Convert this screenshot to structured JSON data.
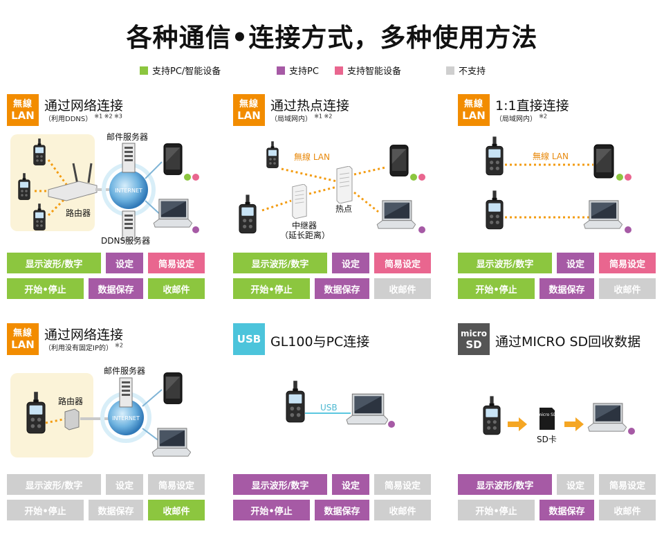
{
  "title": "各种通信•连接方式，多种使用方法",
  "colors": {
    "green": "#8cc63f",
    "purple": "#a65aa5",
    "pink": "#e9668f",
    "gray": "#cfcfcf",
    "lan_badge": "#f28c00",
    "usb_badge": "#4cc4db",
    "sd_badge": "#555555",
    "dotted": "#f39c12"
  },
  "legend": [
    {
      "label": "支持PC/智能设备",
      "color": "green"
    },
    {
      "label": "支持PC",
      "color": "purple"
    },
    {
      "label": "支持智能设备",
      "color": "pink"
    },
    {
      "label": "不支持",
      "color": "gray"
    }
  ],
  "panels": [
    {
      "badge": [
        "無線",
        "LAN"
      ],
      "badge_color": "lan_badge",
      "title": "通过网络连接",
      "subtitle": "（利用DDNS）",
      "notes": "※1 ※2 ※3",
      "labels": {
        "mail": "邮件服务器",
        "router": "路由器",
        "ddns": "DDNS服务器",
        "internet": "INTERNET"
      },
      "buttons": [
        {
          "label": "显示波形/数字",
          "color": "green"
        },
        {
          "label": "设定",
          "color": "purple"
        },
        {
          "label": "简易设定",
          "color": "pink"
        },
        {
          "label": "开始•停止",
          "color": "green"
        },
        {
          "label": "数据保存",
          "color": "purple"
        },
        {
          "label": "收邮件",
          "color": "green"
        }
      ]
    },
    {
      "badge": [
        "無線",
        "LAN"
      ],
      "badge_color": "lan_badge",
      "title": "通过热点连接",
      "subtitle": "（局域网内）",
      "notes": "※1 ※2",
      "labels": {
        "wlan": "無線 LAN",
        "hotspot": "热点",
        "relay": "中继器",
        "relay_sub": "（延长距离）"
      },
      "buttons": [
        {
          "label": "显示波形/数字",
          "color": "green"
        },
        {
          "label": "设定",
          "color": "purple"
        },
        {
          "label": "简易设定",
          "color": "pink"
        },
        {
          "label": "开始•停止",
          "color": "green"
        },
        {
          "label": "数据保存",
          "color": "purple"
        },
        {
          "label": "收邮件",
          "color": "gray"
        }
      ]
    },
    {
      "badge": [
        "無線",
        "LAN"
      ],
      "badge_color": "lan_badge",
      "title": "1:1直接连接",
      "subtitle": "（局域网内）",
      "notes": "※2",
      "labels": {
        "wlan": "無線 LAN"
      },
      "buttons": [
        {
          "label": "显示波形/数字",
          "color": "green"
        },
        {
          "label": "设定",
          "color": "purple"
        },
        {
          "label": "简易设定",
          "color": "pink"
        },
        {
          "label": "开始•停止",
          "color": "green"
        },
        {
          "label": "数据保存",
          "color": "purple"
        },
        {
          "label": "收邮件",
          "color": "gray"
        }
      ]
    },
    {
      "badge": [
        "無線",
        "LAN"
      ],
      "badge_color": "lan_badge",
      "title": "通过网络连接",
      "subtitle": "（利用没有固定IP的）",
      "notes": "※2",
      "labels": {
        "mail": "邮件服务器",
        "router": "路由器",
        "internet": "INTERNET"
      },
      "buttons": [
        {
          "label": "显示波形/数字",
          "color": "gray"
        },
        {
          "label": "设定",
          "color": "gray"
        },
        {
          "label": "简易设定",
          "color": "gray"
        },
        {
          "label": "开始•停止",
          "color": "gray"
        },
        {
          "label": "数据保存",
          "color": "gray"
        },
        {
          "label": "收邮件",
          "color": "green"
        }
      ]
    },
    {
      "badge": [
        "USB"
      ],
      "badge_color": "usb_badge",
      "title": "GL100与PC连接",
      "subtitle": "",
      "notes": "",
      "labels": {
        "usb": "USB"
      },
      "buttons": [
        {
          "label": "显示波形/数字",
          "color": "purple"
        },
        {
          "label": "设定",
          "color": "purple"
        },
        {
          "label": "简易设定",
          "color": "gray"
        },
        {
          "label": "开始•停止",
          "color": "purple"
        },
        {
          "label": "数据保存",
          "color": "purple"
        },
        {
          "label": "收邮件",
          "color": "gray"
        }
      ]
    },
    {
      "badge": [
        "micro",
        "SD"
      ],
      "badge_color": "sd_badge",
      "title": "通过MICRO SD回收数据",
      "subtitle": "",
      "notes": "",
      "labels": {
        "sd": "SD卡",
        "sdcard": "micro SD"
      },
      "buttons": [
        {
          "label": "显示波形/数字",
          "color": "purple"
        },
        {
          "label": "设定",
          "color": "gray"
        },
        {
          "label": "简易设定",
          "color": "gray"
        },
        {
          "label": "开始•停止",
          "color": "gray"
        },
        {
          "label": "数据保存",
          "color": "purple"
        },
        {
          "label": "收邮件",
          "color": "gray"
        }
      ]
    }
  ]
}
